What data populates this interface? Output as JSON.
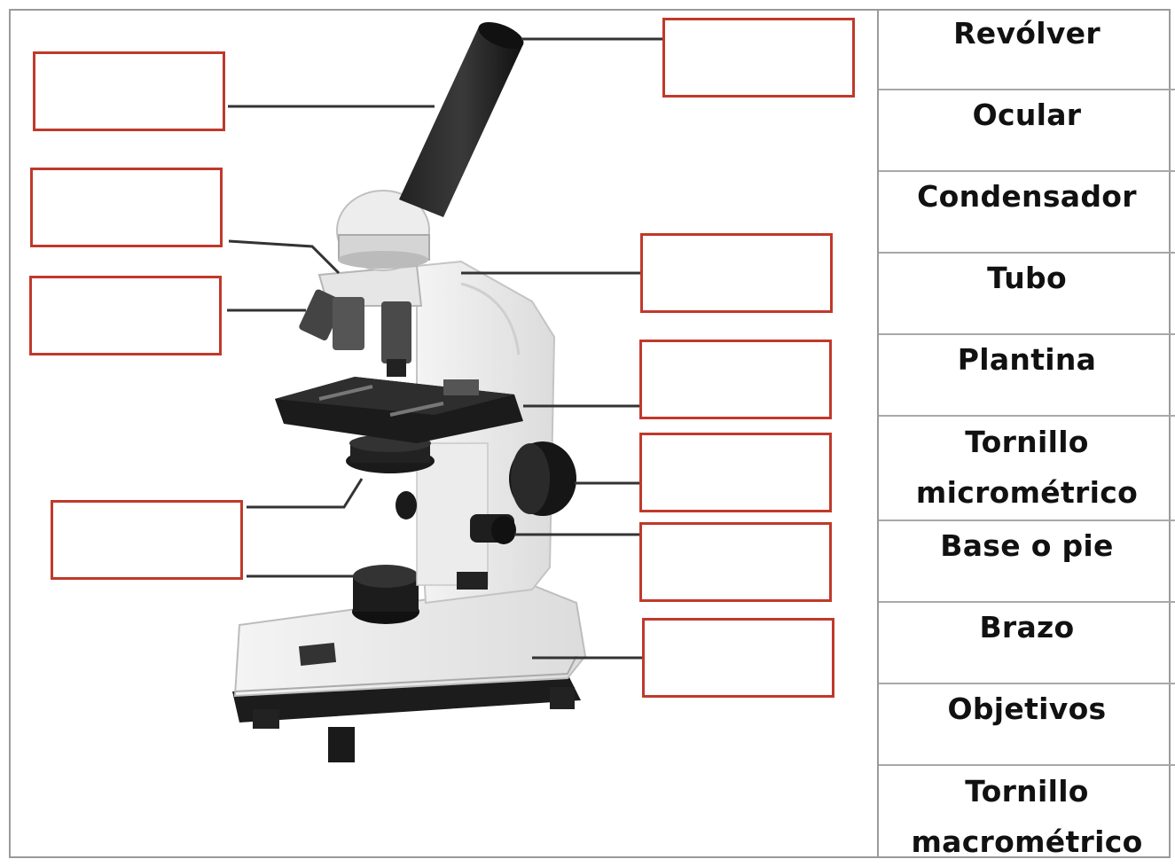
{
  "word_bank": [
    "Revólver",
    "Ocular",
    "Condensador",
    "Tubo",
    "Plantina",
    "Tornillo micrométrico",
    "Base o pie",
    "Brazo",
    "Objetivos",
    "Tornillo macrométrico"
  ],
  "word_bank_lines": [
    [
      "Revólver"
    ],
    [
      "Ocular"
    ],
    [
      "Condensador"
    ],
    [
      "Tubo"
    ],
    [
      "Plantina"
    ],
    [
      "Tornillo",
      "micrométrico"
    ],
    [
      "Base o pie"
    ],
    [
      "Brazo"
    ],
    [
      "Objetivos"
    ],
    [
      "Tornillo",
      "macrométrico"
    ]
  ],
  "answer_boxes": [
    "",
    "",
    "",
    "",
    "",
    "",
    "",
    "",
    "",
    ""
  ],
  "colors": {
    "box_border": "#c0392b",
    "table_border": "#9a9a9a",
    "leader_line": "#333333"
  }
}
